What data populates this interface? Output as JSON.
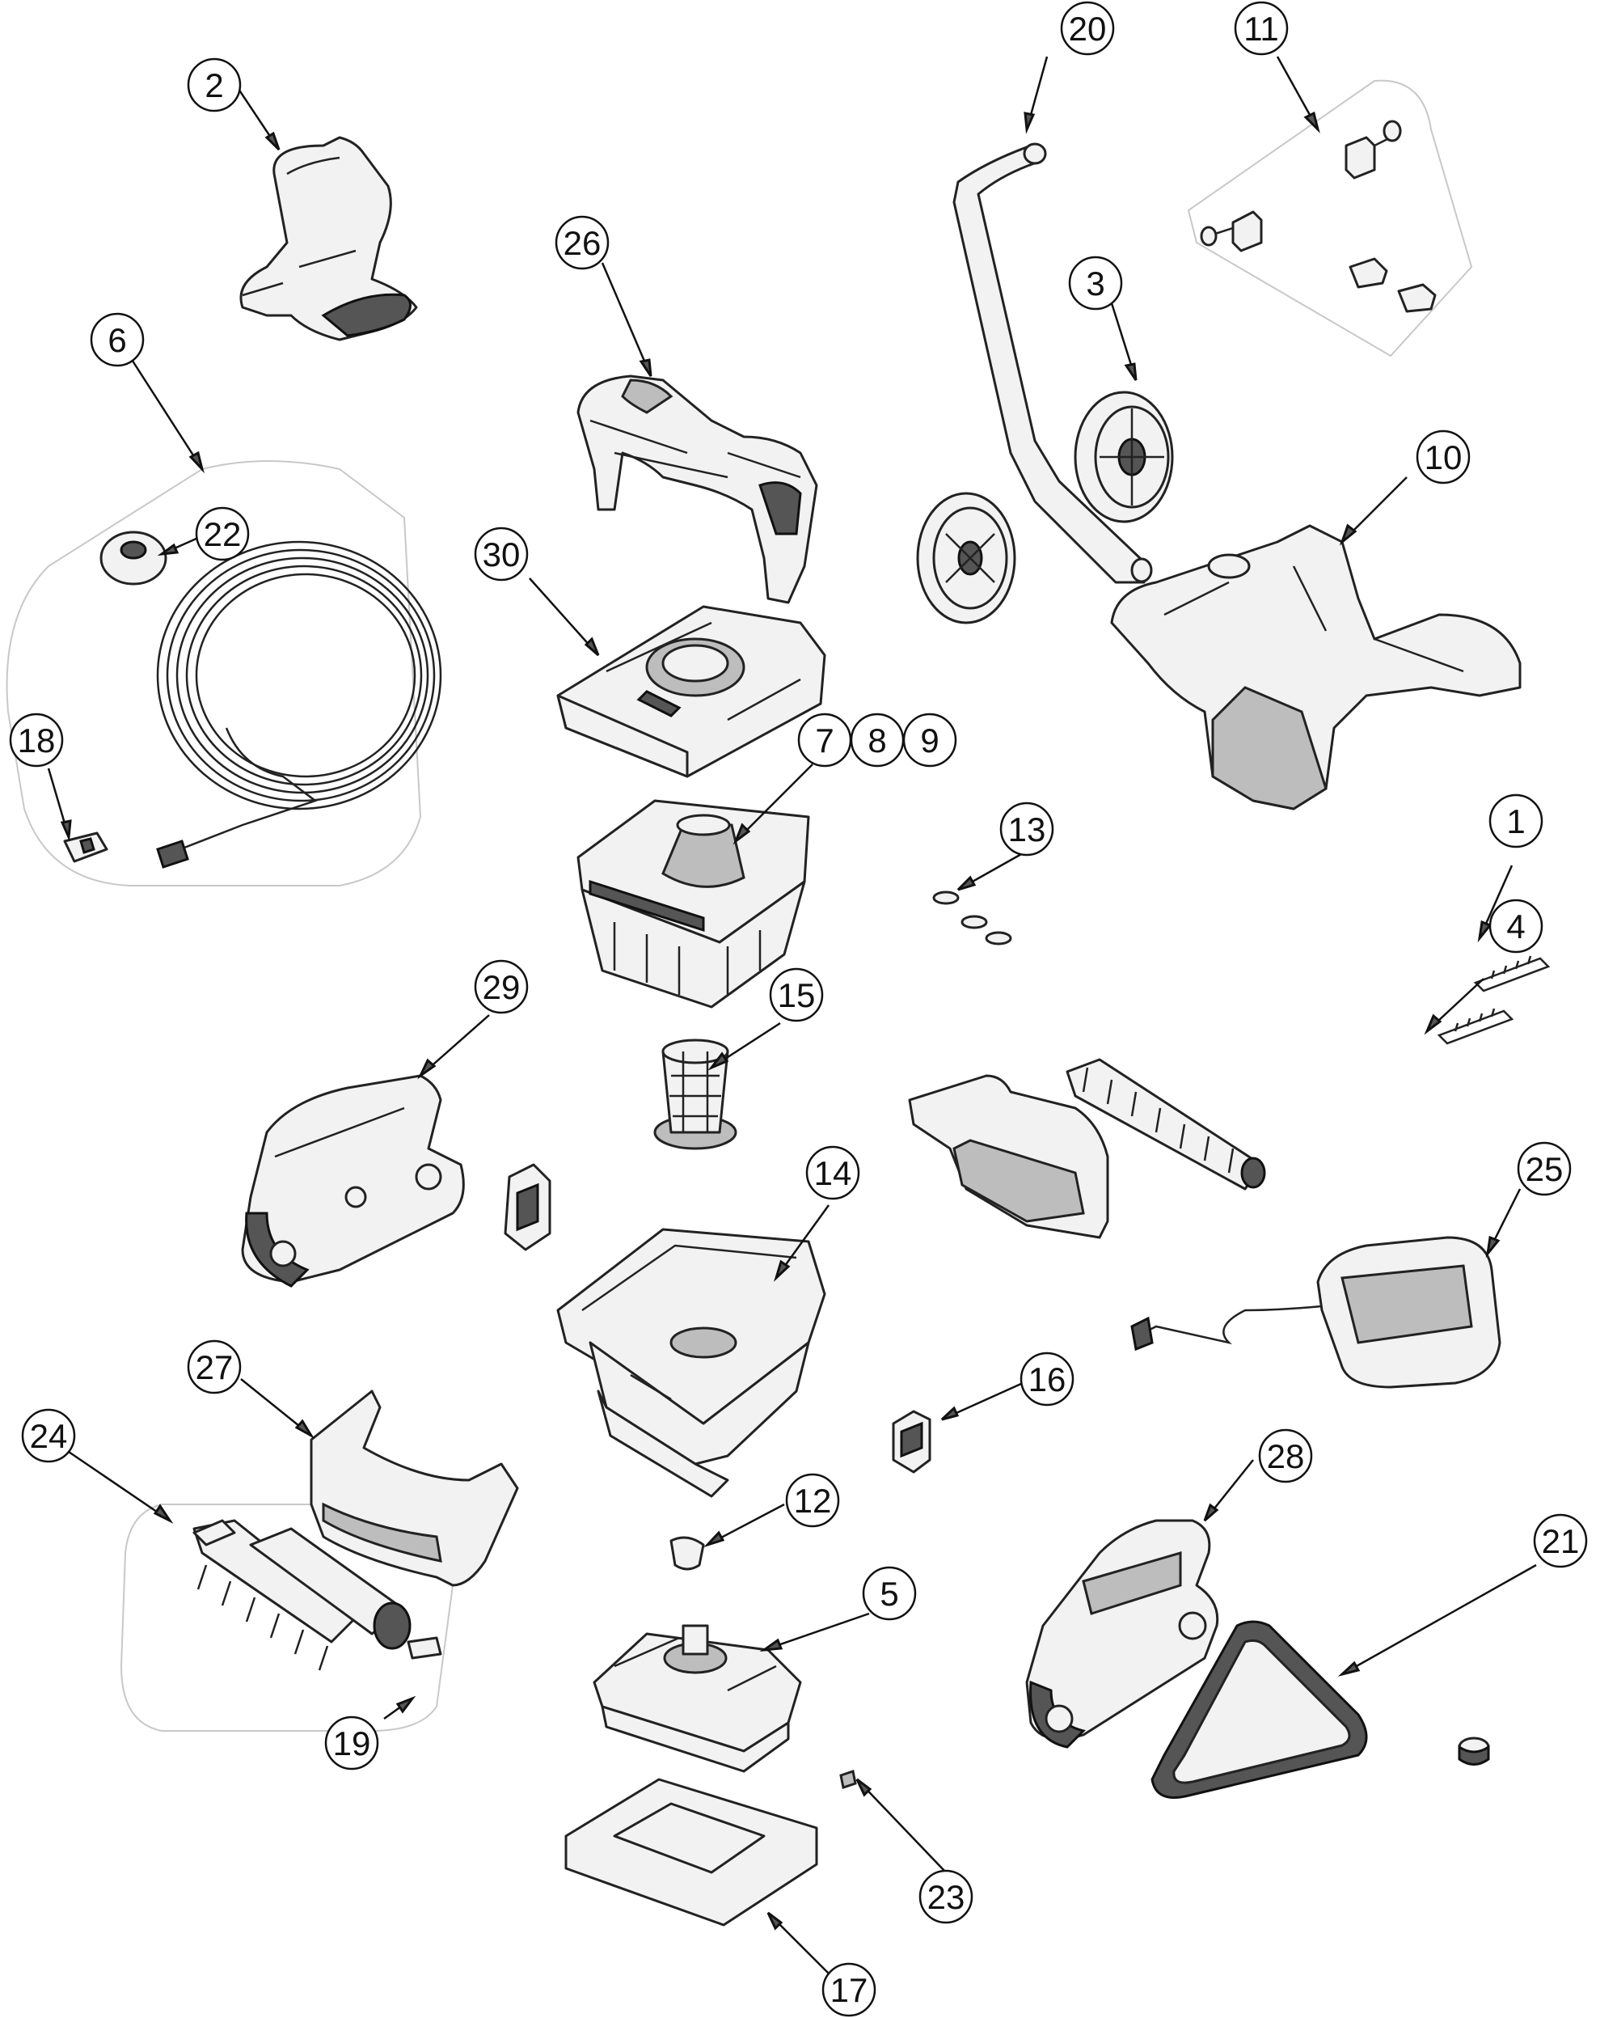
{
  "diagram": {
    "callouts": [
      {
        "id": "c1",
        "label": "1"
      },
      {
        "id": "c2",
        "label": "2"
      },
      {
        "id": "c3",
        "label": "3"
      },
      {
        "id": "c4",
        "label": "4"
      },
      {
        "id": "c5",
        "label": "5"
      },
      {
        "id": "c6",
        "label": "6"
      },
      {
        "id": "c7",
        "label": "7"
      },
      {
        "id": "c8",
        "label": "8"
      },
      {
        "id": "c9",
        "label": "9"
      },
      {
        "id": "c10",
        "label": "10"
      },
      {
        "id": "c11",
        "label": "11"
      },
      {
        "id": "c12",
        "label": "12"
      },
      {
        "id": "c13",
        "label": "13"
      },
      {
        "id": "c14",
        "label": "14"
      },
      {
        "id": "c15",
        "label": "15"
      },
      {
        "id": "c16",
        "label": "16"
      },
      {
        "id": "c17",
        "label": "17"
      },
      {
        "id": "c18",
        "label": "18"
      },
      {
        "id": "c19",
        "label": "19"
      },
      {
        "id": "c20",
        "label": "20"
      },
      {
        "id": "c21",
        "label": "21"
      },
      {
        "id": "c22",
        "label": "22"
      },
      {
        "id": "c23",
        "label": "23"
      },
      {
        "id": "c24",
        "label": "24"
      },
      {
        "id": "c25",
        "label": "25"
      },
      {
        "id": "c26",
        "label": "26"
      },
      {
        "id": "c27",
        "label": "27"
      },
      {
        "id": "c28",
        "label": "28"
      },
      {
        "id": "c29",
        "label": "29"
      },
      {
        "id": "c30",
        "label": "30"
      }
    ]
  }
}
